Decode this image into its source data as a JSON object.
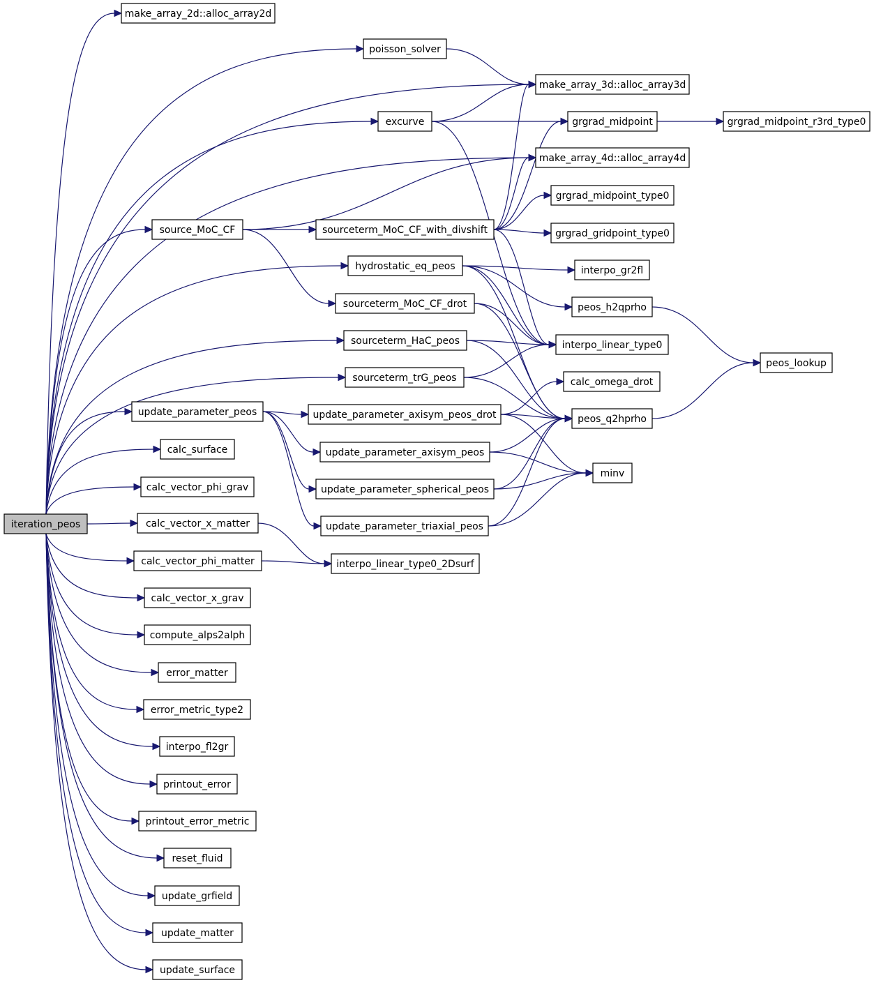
{
  "nodes": [
    {
      "id": "iteration_peos",
      "label": "iteration_peos",
      "root": true
    },
    {
      "id": "alloc2d",
      "label": "make_array_2d::alloc_array2d"
    },
    {
      "id": "poisson",
      "label": "poisson_solver"
    },
    {
      "id": "alloc3d",
      "label": "make_array_3d::alloc_array3d"
    },
    {
      "id": "excurve",
      "label": "excurve"
    },
    {
      "id": "grgrad_mid",
      "label": "grgrad_midpoint"
    },
    {
      "id": "grgrad_mid_r3rd",
      "label": "grgrad_midpoint_r3rd_type0"
    },
    {
      "id": "alloc4d",
      "label": "make_array_4d::alloc_array4d"
    },
    {
      "id": "grgrad_mid0",
      "label": "grgrad_midpoint_type0"
    },
    {
      "id": "source_moc",
      "label": "source_MoC_CF"
    },
    {
      "id": "st_moc_div",
      "label": "sourceterm_MoC_CF_with_divshift"
    },
    {
      "id": "grgrad_grid0",
      "label": "grgrad_gridpoint_type0"
    },
    {
      "id": "hydro",
      "label": "hydrostatic_eq_peos"
    },
    {
      "id": "interpo_gr2fl",
      "label": "interpo_gr2fl"
    },
    {
      "id": "st_moc_drot",
      "label": "sourceterm_MoC_CF_drot"
    },
    {
      "id": "peos_h2q",
      "label": "peos_h2qprho"
    },
    {
      "id": "st_hac",
      "label": "sourceterm_HaC_peos"
    },
    {
      "id": "interpo_lin0",
      "label": "interpo_linear_type0"
    },
    {
      "id": "peos_lookup",
      "label": "peos_lookup"
    },
    {
      "id": "st_trg",
      "label": "sourceterm_trG_peos"
    },
    {
      "id": "calc_omega",
      "label": "calc_omega_drot"
    },
    {
      "id": "upd_param",
      "label": "update_parameter_peos"
    },
    {
      "id": "upd_axi_drot",
      "label": "update_parameter_axisym_peos_drot"
    },
    {
      "id": "peos_q2h",
      "label": "peos_q2hprho"
    },
    {
      "id": "calc_surface",
      "label": "calc_surface"
    },
    {
      "id": "upd_axi",
      "label": "update_parameter_axisym_peos"
    },
    {
      "id": "minv",
      "label": "minv"
    },
    {
      "id": "calc_phi_grav",
      "label": "calc_vector_phi_grav"
    },
    {
      "id": "upd_sph",
      "label": "update_parameter_spherical_peos"
    },
    {
      "id": "calc_x_matter",
      "label": "calc_vector_x_matter"
    },
    {
      "id": "upd_tri",
      "label": "update_parameter_triaxial_peos"
    },
    {
      "id": "calc_phi_matter",
      "label": "calc_vector_phi_matter"
    },
    {
      "id": "interpo_2dsurf",
      "label": "interpo_linear_type0_2Dsurf"
    },
    {
      "id": "calc_x_grav",
      "label": "calc_vector_x_grav"
    },
    {
      "id": "compute_alps",
      "label": "compute_alps2alph"
    },
    {
      "id": "error_matter",
      "label": "error_matter"
    },
    {
      "id": "error_metric",
      "label": "error_metric_type2"
    },
    {
      "id": "interpo_fl2gr",
      "label": "interpo_fl2gr"
    },
    {
      "id": "printout_error",
      "label": "printout_error"
    },
    {
      "id": "printout_error_metric",
      "label": "printout_error_metric"
    },
    {
      "id": "reset_fluid",
      "label": "reset_fluid"
    },
    {
      "id": "update_grfield",
      "label": "update_grfield"
    },
    {
      "id": "update_matter",
      "label": "update_matter"
    },
    {
      "id": "update_surface",
      "label": "update_surface"
    }
  ],
  "edges": [
    [
      "iteration_peos",
      "alloc2d"
    ],
    [
      "iteration_peos",
      "poisson"
    ],
    [
      "iteration_peos",
      "alloc3d"
    ],
    [
      "iteration_peos",
      "excurve"
    ],
    [
      "iteration_peos",
      "alloc4d"
    ],
    [
      "iteration_peos",
      "source_moc"
    ],
    [
      "iteration_peos",
      "hydro"
    ],
    [
      "iteration_peos",
      "st_hac"
    ],
    [
      "iteration_peos",
      "st_trg"
    ],
    [
      "iteration_peos",
      "upd_param"
    ],
    [
      "iteration_peos",
      "calc_surface"
    ],
    [
      "iteration_peos",
      "calc_phi_grav"
    ],
    [
      "iteration_peos",
      "calc_x_matter"
    ],
    [
      "iteration_peos",
      "calc_phi_matter"
    ],
    [
      "iteration_peos",
      "calc_x_grav"
    ],
    [
      "iteration_peos",
      "compute_alps"
    ],
    [
      "iteration_peos",
      "error_matter"
    ],
    [
      "iteration_peos",
      "error_metric"
    ],
    [
      "iteration_peos",
      "interpo_fl2gr"
    ],
    [
      "iteration_peos",
      "printout_error"
    ],
    [
      "iteration_peos",
      "printout_error_metric"
    ],
    [
      "iteration_peos",
      "reset_fluid"
    ],
    [
      "iteration_peos",
      "update_grfield"
    ],
    [
      "iteration_peos",
      "update_matter"
    ],
    [
      "iteration_peos",
      "update_surface"
    ],
    [
      "poisson",
      "alloc3d"
    ],
    [
      "excurve",
      "alloc3d"
    ],
    [
      "excurve",
      "grgrad_mid"
    ],
    [
      "excurve",
      "interpo_lin0"
    ],
    [
      "grgrad_mid",
      "grgrad_mid_r3rd"
    ],
    [
      "source_moc",
      "alloc4d"
    ],
    [
      "source_moc",
      "st_moc_div"
    ],
    [
      "source_moc",
      "st_moc_drot"
    ],
    [
      "st_moc_div",
      "alloc3d"
    ],
    [
      "st_moc_div",
      "grgrad_mid"
    ],
    [
      "st_moc_div",
      "alloc4d"
    ],
    [
      "st_moc_div",
      "grgrad_mid0"
    ],
    [
      "st_moc_div",
      "grgrad_grid0"
    ],
    [
      "st_moc_div",
      "interpo_lin0"
    ],
    [
      "hydro",
      "interpo_gr2fl"
    ],
    [
      "hydro",
      "peos_h2q"
    ],
    [
      "hydro",
      "interpo_lin0"
    ],
    [
      "hydro",
      "peos_q2h"
    ],
    [
      "st_moc_drot",
      "interpo_lin0"
    ],
    [
      "st_moc_drot",
      "peos_q2h"
    ],
    [
      "st_hac",
      "interpo_lin0"
    ],
    [
      "st_hac",
      "peos_q2h"
    ],
    [
      "st_trg",
      "interpo_lin0"
    ],
    [
      "st_trg",
      "peos_q2h"
    ],
    [
      "peos_h2q",
      "peos_lookup"
    ],
    [
      "peos_q2h",
      "peos_lookup"
    ],
    [
      "upd_param",
      "upd_axi_drot"
    ],
    [
      "upd_param",
      "upd_axi"
    ],
    [
      "upd_param",
      "upd_sph"
    ],
    [
      "upd_param",
      "upd_tri"
    ],
    [
      "upd_axi_drot",
      "calc_omega"
    ],
    [
      "upd_axi_drot",
      "peos_q2h"
    ],
    [
      "upd_axi_drot",
      "minv"
    ],
    [
      "upd_axi",
      "peos_q2h"
    ],
    [
      "upd_axi",
      "minv"
    ],
    [
      "upd_sph",
      "peos_q2h"
    ],
    [
      "upd_sph",
      "minv"
    ],
    [
      "upd_tri",
      "peos_q2h"
    ],
    [
      "upd_tri",
      "minv"
    ],
    [
      "calc_x_matter",
      "interpo_2dsurf"
    ],
    [
      "calc_phi_matter",
      "interpo_2dsurf"
    ]
  ]
}
